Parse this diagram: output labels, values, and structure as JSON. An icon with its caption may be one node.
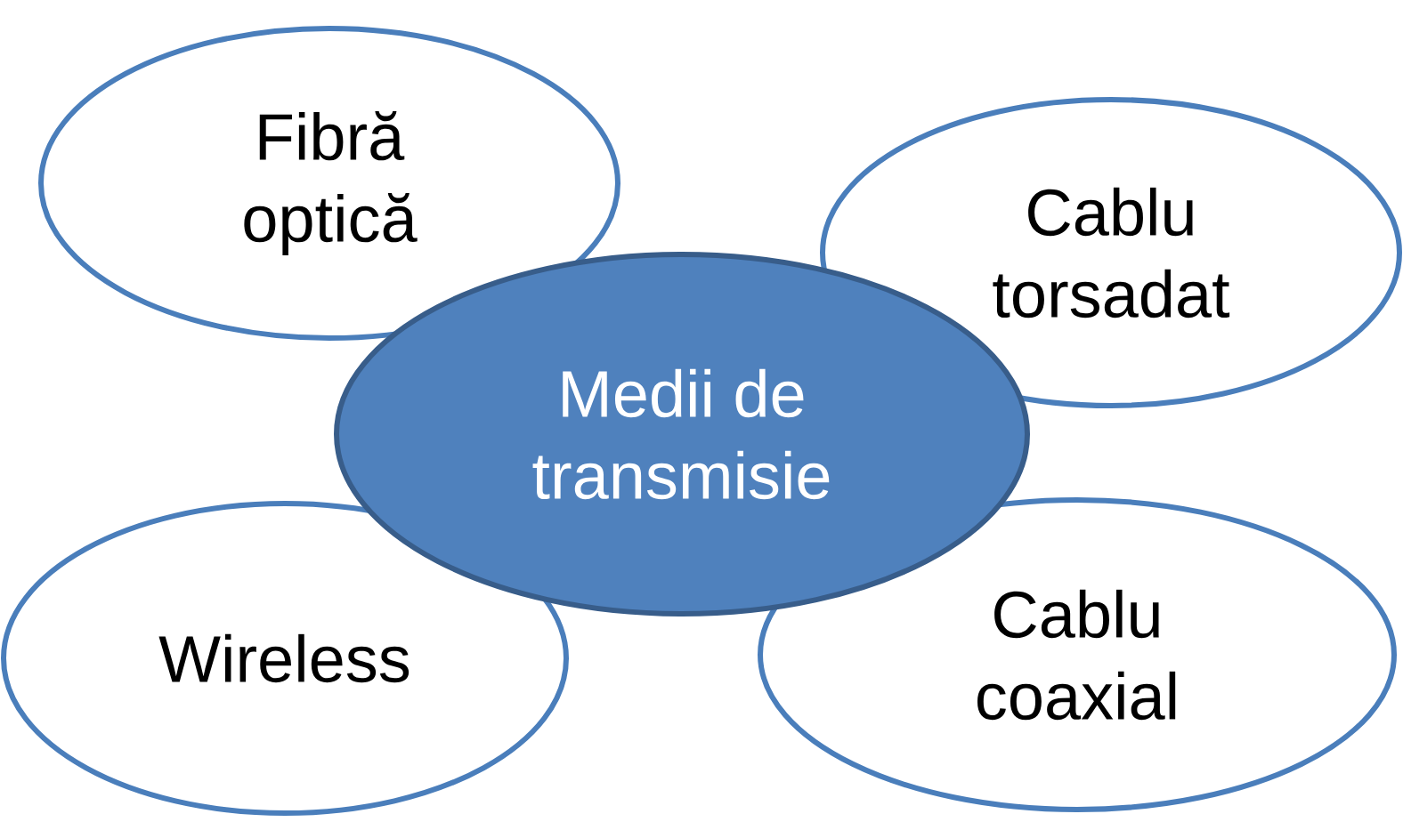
{
  "diagram": {
    "nodes": [
      {
        "text": [
          "Fibră optică"
        ]
      },
      {
        "text": [
          "Cablu torsadat"
        ]
      },
      {
        "text": [
          "Medii de transmisie"
        ]
      },
      {
        "text": [
          "Wireless"
        ]
      },
      {
        "text": [
          "Cablu coaxial"
        ]
      }
    ]
  }
}
